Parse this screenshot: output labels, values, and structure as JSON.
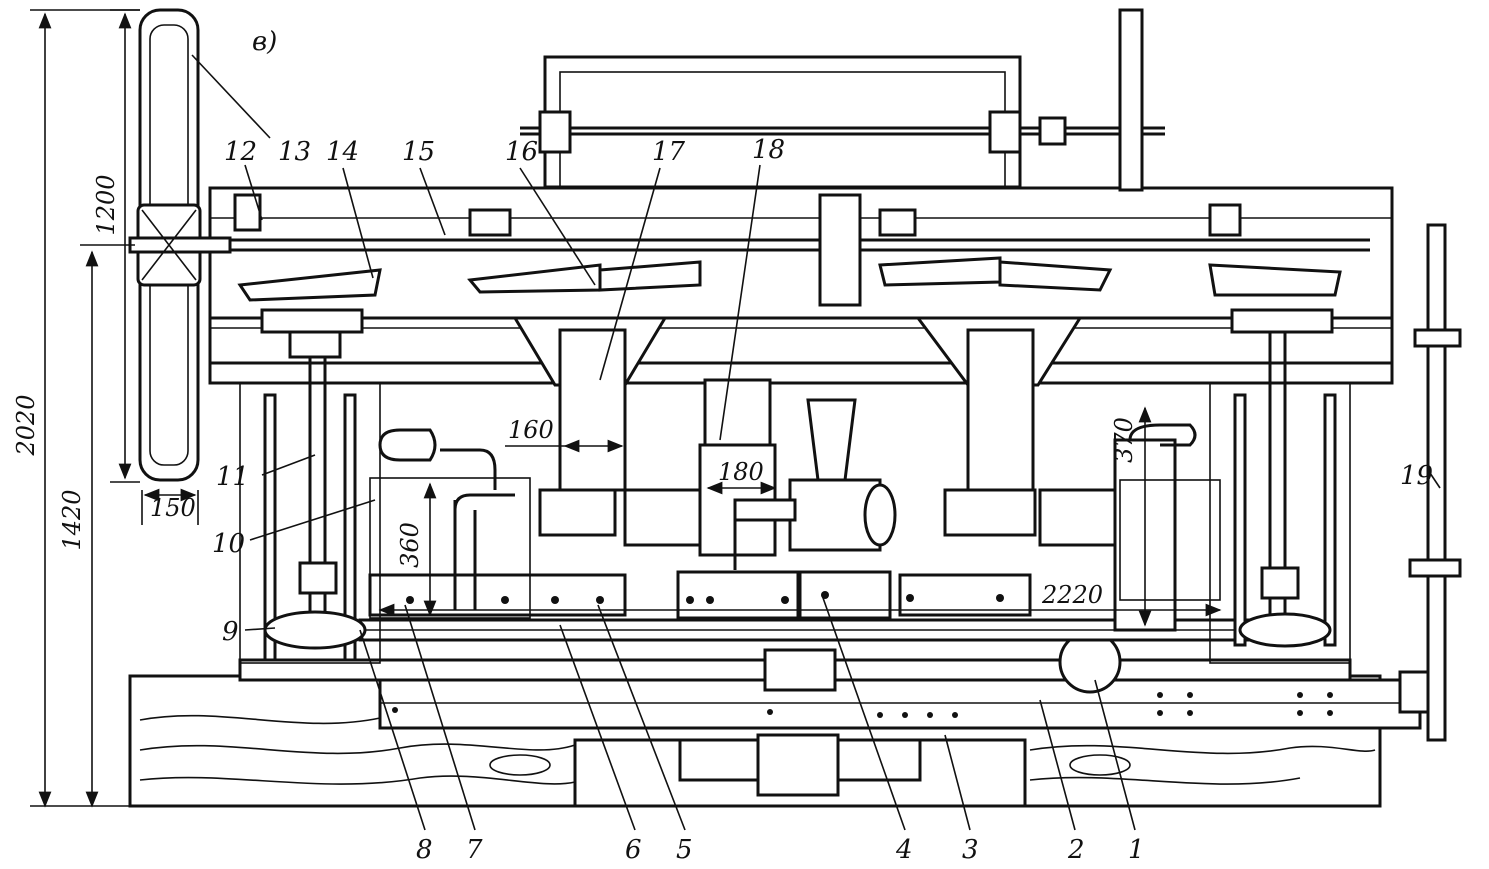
{
  "figure": {
    "panel_label": "в)",
    "part_labels": [
      "1",
      "2",
      "3",
      "4",
      "5",
      "6",
      "7",
      "8",
      "9",
      "10",
      "11",
      "12",
      "13",
      "14",
      "15",
      "16",
      "17",
      "18",
      "19"
    ],
    "dimensions": {
      "total_height": "2020",
      "frame_height": "1420",
      "wheel_diameter": "1200",
      "wheel_width": "150",
      "d_160": "160",
      "d_180": "180",
      "d_370": "370",
      "d_360": "360",
      "d_2220": "2220"
    }
  }
}
